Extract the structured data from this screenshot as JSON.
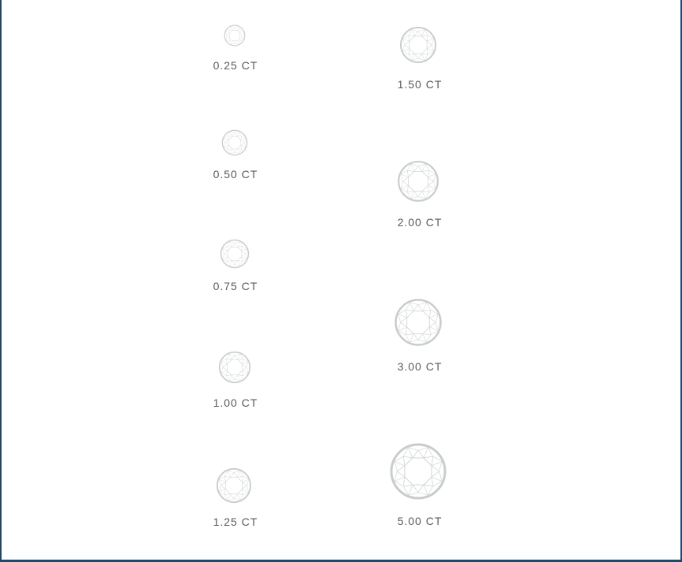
{
  "colors": {
    "frame": "#1d4a6b",
    "stone_outline": "#c9cccd",
    "stone_facets": "#d7dadb",
    "label": "#555b60"
  },
  "stone_icon": "round-brilliant-diamond-icon",
  "sizes": [
    {
      "carat": 0.25,
      "label": "0.25 CT"
    },
    {
      "carat": 0.5,
      "label": "0.50 CT"
    },
    {
      "carat": 0.75,
      "label": "0.75 CT"
    },
    {
      "carat": 1.0,
      "label": "1.00 CT"
    },
    {
      "carat": 1.25,
      "label": "1.25 CT"
    },
    {
      "carat": 1.5,
      "label": "1.50 CT"
    },
    {
      "carat": 2.0,
      "label": "2.00 CT"
    },
    {
      "carat": 3.0,
      "label": "3.00 CT"
    },
    {
      "carat": 5.0,
      "label": "5.00 CT"
    }
  ]
}
